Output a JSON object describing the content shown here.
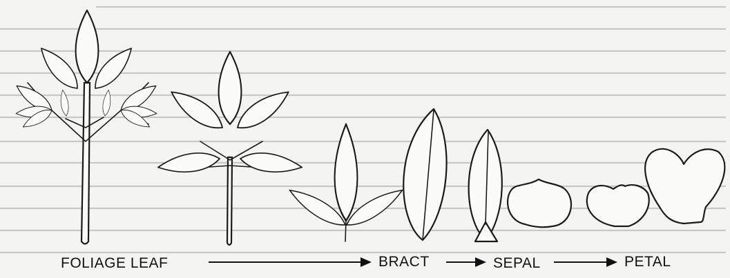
{
  "diagram": {
    "stages": [
      {
        "id": "foliage",
        "label": "FOLIAGE LEAF"
      },
      {
        "id": "bract",
        "label": "BRACT"
      },
      {
        "id": "sepal",
        "label": "SEPAL"
      },
      {
        "id": "petal",
        "label": "PETAL"
      }
    ]
  },
  "colors": {
    "ink": "#1a1a1a",
    "paper": "#f4f4f2",
    "bleed_through_text": "#c8c8c6"
  }
}
